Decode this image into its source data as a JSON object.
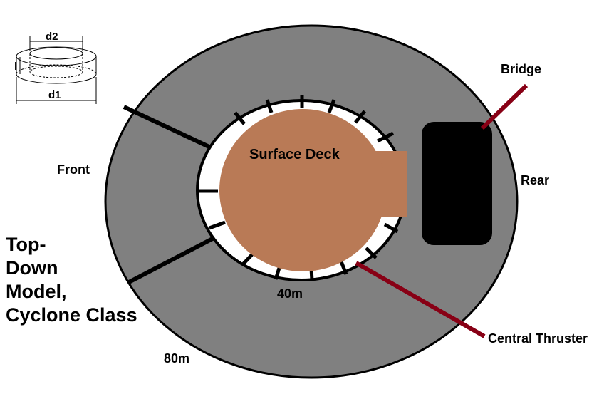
{
  "labels": {
    "bridge": "Bridge",
    "rear": "Rear",
    "front": "Front",
    "surface_deck": "Surface Deck",
    "inner_diameter": "40m",
    "outer_diameter": "80m",
    "central_thruster": "Central Thruster",
    "title_lines": [
      "Top-",
      "Down",
      "Model,",
      "Cyclone Class"
    ]
  },
  "inset": {
    "d2": "d2",
    "d1": "d1",
    "l": "l"
  },
  "colors": {
    "hull": "#808080",
    "outline": "#000000",
    "deck": "#b97a56",
    "ring": "#ffffff",
    "bridge": "#000000",
    "pointer": "#880015",
    "text": "#000000"
  }
}
